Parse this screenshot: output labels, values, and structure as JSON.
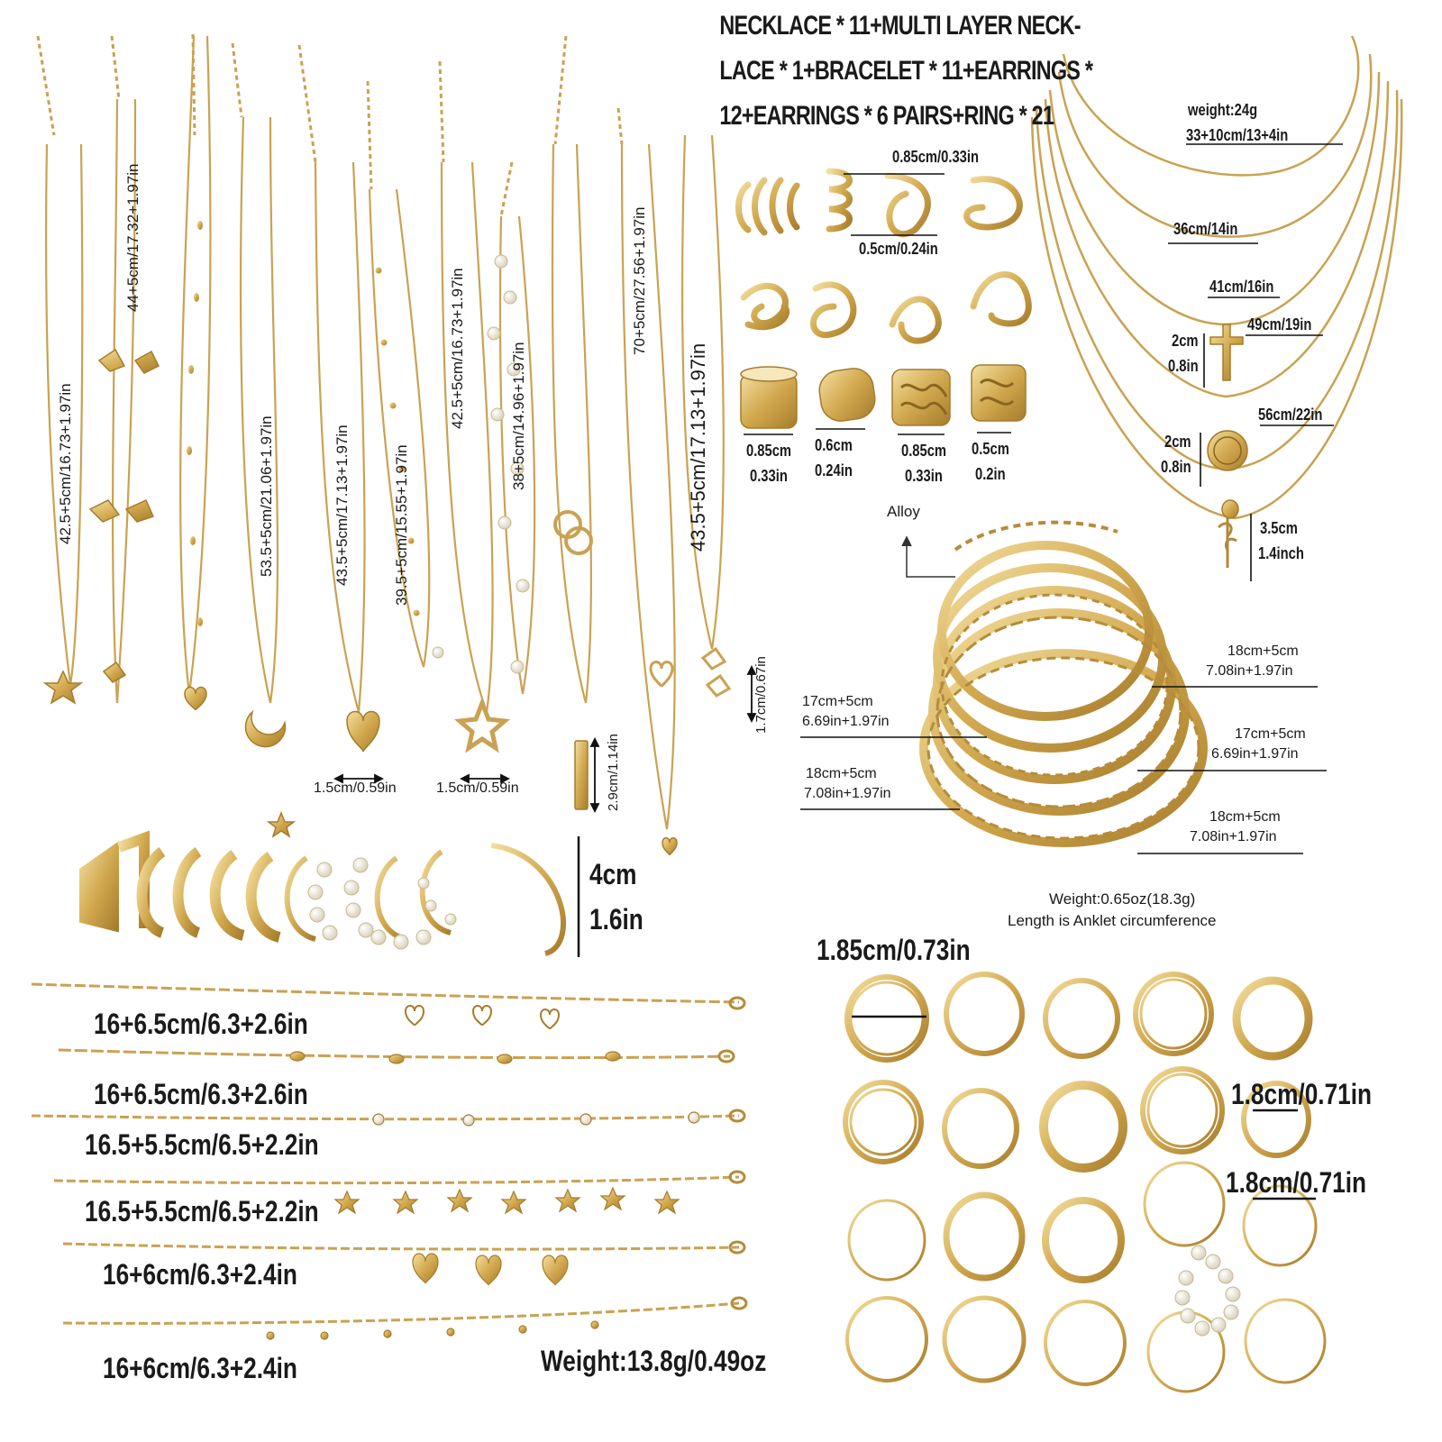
{
  "title": {
    "line1": "NECKLACE * 11+MULTI LAYER NECK-",
    "line2": "LACE * 1+BRACELET * 11+EARRINGS *",
    "line3": "12+EARRINGS * 6 PAIRS+RING * 21"
  },
  "necklaces": {
    "lengths": [
      "42.5+5cm/16.73+1.97in",
      "44+5cm/17.32+1.97in",
      "53.5+5cm/21.06+1.97in",
      "43.5+5cm/17.13+1.97in",
      "39.5+5cm/15.55+1.97in",
      "42.5+5cm/16.73+1.97in",
      "38+5cm/14.96+1.97in",
      "70+5cm/27.56+1.97in",
      "43.5+5cm/17.13+1.97in"
    ],
    "pendant_sizes": [
      "1.5cm/0.59in",
      "1.5cm/0.59in",
      "2.9cm/1.14in",
      "1.7cm/0.67in"
    ]
  },
  "ear_cuffs": {
    "top_width": "0.85cm/0.33in",
    "band_width": "0.5cm/0.24in",
    "sizes": [
      {
        "cm": "0.85cm",
        "in": "0.33in"
      },
      {
        "cm": "0.6cm",
        "in": "0.24in"
      },
      {
        "cm": "0.85cm",
        "in": "0.33in"
      },
      {
        "cm": "0.5cm",
        "in": "0.2in"
      }
    ]
  },
  "multilayer": {
    "weight": "weight:24g",
    "length1": "33+10cm/13+4in",
    "length2": "36cm/14in",
    "length3": "41cm/16in",
    "length4": "49cm/19in",
    "length5": "56cm/22in",
    "cross_cm": "2cm",
    "cross_in": "0.8in",
    "coin_cm": "2cm",
    "coin_in": "0.8in",
    "rose_cm": "3.5cm",
    "rose_in": "1.4inch"
  },
  "bracelets": {
    "material": "Alloy",
    "labels": [
      {
        "cm": "18cm+5cm",
        "in": "7.08in+1.97in"
      },
      {
        "cm": "17cm+5cm",
        "in": "6.69in+1.97in"
      },
      {
        "cm": "17cm+5cm",
        "in": "6.69in+1.97in"
      },
      {
        "cm": "18cm+5cm",
        "in": "7.08in+1.97in"
      },
      {
        "cm": "18cm+5cm",
        "in": "7.08in+1.97in"
      }
    ],
    "weight": "Weight:0.65oz(18.3g)",
    "note": "Length is Anklet circumference"
  },
  "hoops": {
    "cm": "4cm",
    "in": "1.6in"
  },
  "anklets": {
    "lengths": [
      "16+6.5cm/6.3+2.6in",
      "16+6.5cm/6.3+2.6in",
      "16.5+5.5cm/6.5+2.2in",
      "16.5+5.5cm/6.5+2.2in",
      "16+6cm/6.3+2.4in",
      "16+6cm/6.3+2.4in"
    ],
    "weight": "Weight:13.8g/0.49oz"
  },
  "rings": {
    "size1": "1.85cm/0.73in",
    "size2": "1.8cm/0.71in",
    "size3": "1.8cm/0.71in"
  },
  "colors": {
    "gold": "#d6b25e",
    "gold_dark": "#a77f2e",
    "gold_light": "#f1dc9c",
    "pearl": "#f5efe2"
  }
}
